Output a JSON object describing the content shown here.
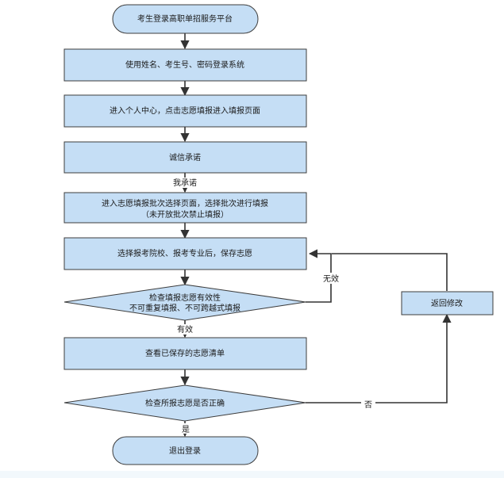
{
  "colors": {
    "node_fill": "#c5def5",
    "node_stroke": "#3d3d3d",
    "line": "#333333",
    "background": "#ffffff",
    "bottom_band": "#f2f8fc"
  },
  "flow": {
    "start": "考生登录高职单招服务平台",
    "login": "使用姓名、考生号、密码登录系统",
    "personal_center": "进入个人中心，点击志愿填报进入填报页面",
    "integrity": "诚信承诺",
    "promise_label": "我承诺",
    "batch_line1": "进入志愿填报批次选择页面，选择批次进行填报",
    "batch_line2": "（未开放批次禁止填报）",
    "select_school": "选择报考院校、报考专业后，保存志愿",
    "check_valid_line1": "检查填报志愿有效性",
    "check_valid_line2": "不可重复填报、不可跨越式填报",
    "invalid_label": "无效",
    "valid_label": "有效",
    "view_list": "查看已保存的志愿清单",
    "check_correct": "检查所报志愿是否正确",
    "no_label": "否",
    "yes_label": "是",
    "return_modify": "返回修改",
    "logout": "退出登录"
  }
}
